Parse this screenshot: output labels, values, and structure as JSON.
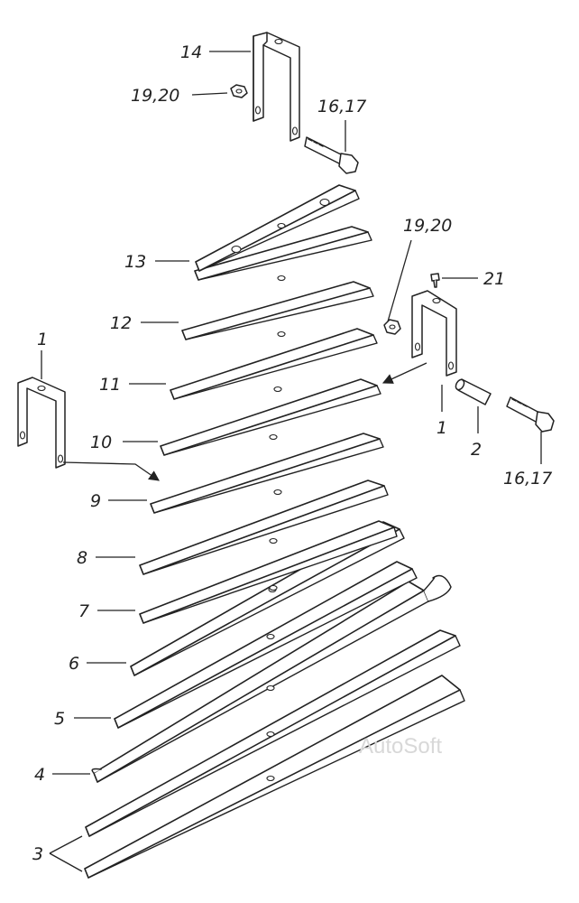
{
  "callouts": {
    "c14": "14",
    "c19_20_top": "19,20",
    "c16_17_top": "16,17",
    "c13": "13",
    "c12": "12",
    "c11": "11",
    "c10": "10",
    "c9": "9",
    "c8": "8",
    "c7": "7",
    "c6": "6",
    "c5": "5",
    "c4": "4",
    "c3": "3",
    "c1_left": "1",
    "c19_20_right": "19,20",
    "c21": "21",
    "c1_right": "1",
    "c2": "2",
    "c16_17_right": "16,17"
  },
  "watermark": "AutoSoft"
}
